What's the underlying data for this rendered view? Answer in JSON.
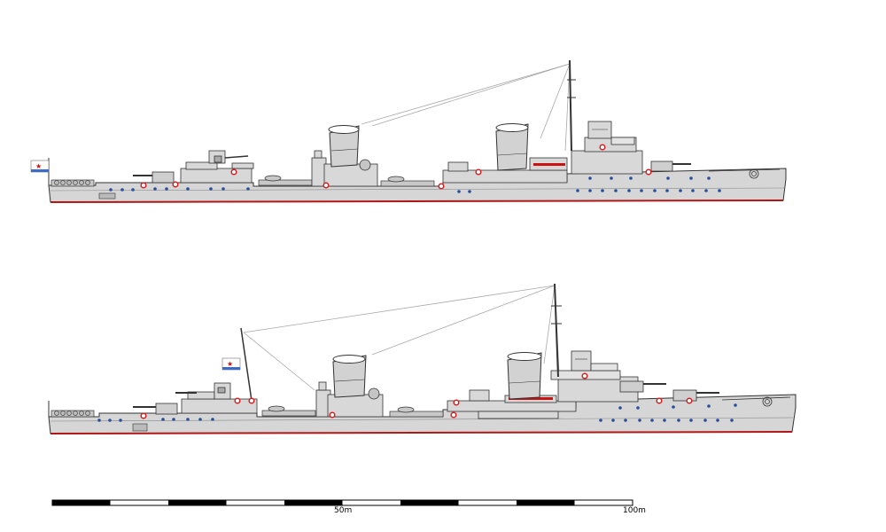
{
  "colors": {
    "background": "#ffffff",
    "hull": "#d4d4d4",
    "deck": "#e2e2e2",
    "outline": "#333333",
    "waterline": "#b01818",
    "porthole": "#2a4f9a",
    "lifebuoy": "#d42020",
    "rigging": "#9a9a9a",
    "flag_red": "#cc1111",
    "flag_blue": "#3a6cc8"
  },
  "scale_bar": {
    "label_50": "50m",
    "label_100": "100m",
    "segments": 10
  },
  "ships": [
    {
      "id": "upper-profile",
      "variant": "single-mast",
      "ensign": "stern-staff"
    },
    {
      "id": "lower-profile",
      "variant": "two-mast",
      "ensign": "mainmast"
    }
  ]
}
